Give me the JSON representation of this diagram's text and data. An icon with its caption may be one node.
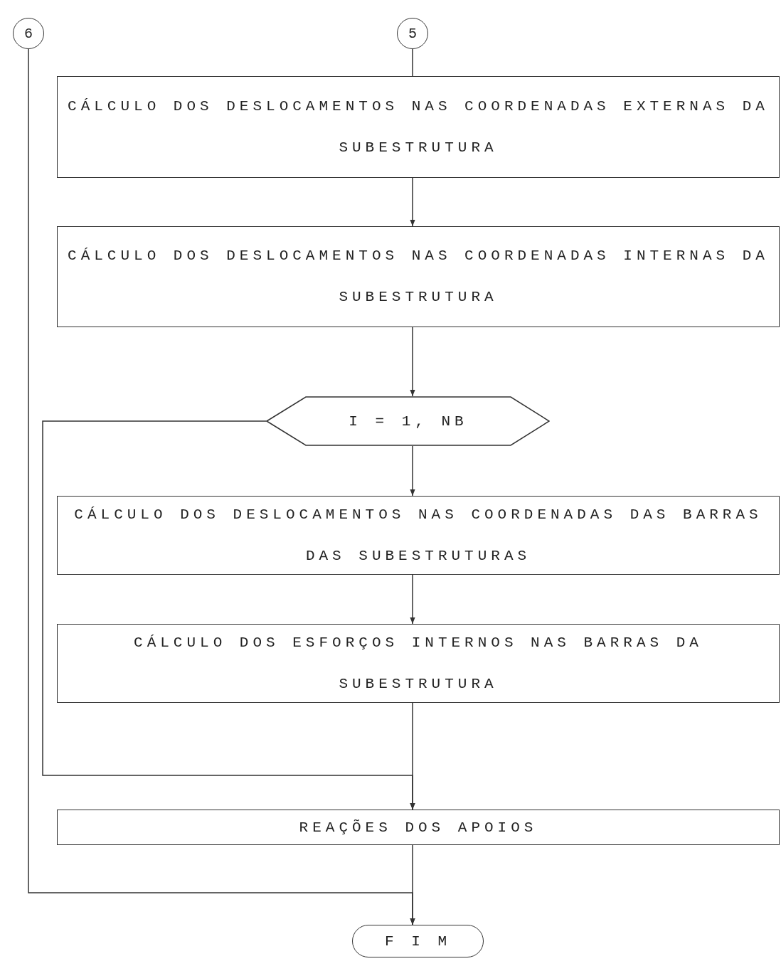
{
  "diagram": {
    "nodes": [
      {
        "text": [
          "6"
        ]
      },
      {
        "text": [
          "5"
        ]
      },
      {
        "text": [
          "CÁLCULO DOS DESLOCAMENTOS NAS COORDENADAS EXTERNAS DA SUBESTRUTURA"
        ]
      },
      {
        "text": [
          "CÁLCULO DOS DESLOCAMENTOS NAS COORDENADAS INTERNAS DA SUBESTRUTURA"
        ]
      },
      {
        "text": [
          "I = 1, NB"
        ]
      },
      {
        "text": [
          "CÁLCULO DOS DESLOCAMENTOS NAS COORDENADAS DAS BARRAS DAS SUBESTRUTURAS"
        ]
      },
      {
        "text": [
          "CÁLCULO DOS ESFORÇOS INTERNOS NAS BARRAS DA SUBESTRUTURA"
        ]
      },
      {
        "text": [
          "REAÇÕES DOS APOIOS"
        ]
      },
      {
        "text": [
          "F I M"
        ]
      }
    ],
    "edges": [
      {
        "from": 1,
        "to": 2,
        "arrow": "none"
      },
      {
        "from": 2,
        "to": 3,
        "arrow": "to"
      },
      {
        "from": 3,
        "to": 4,
        "arrow": "to"
      },
      {
        "from": 4,
        "to": 5,
        "arrow": "to"
      },
      {
        "from": 5,
        "to": 6,
        "arrow": "to"
      },
      {
        "from": 6,
        "to": 7,
        "arrow": "to"
      },
      {
        "from": 4,
        "to": 7,
        "arrow": "to"
      },
      {
        "from": 7,
        "to": 8,
        "arrow": "to"
      },
      {
        "from": 0,
        "to": 8,
        "arrow": "to"
      }
    ]
  }
}
